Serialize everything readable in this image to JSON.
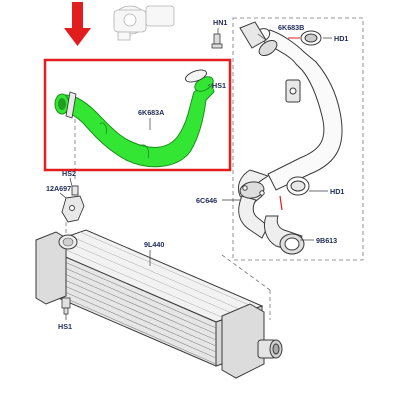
{
  "colors": {
    "highlight_green": "#33e633",
    "highlight_green_edge": "#1b8f1b",
    "callout_red": "#e11d1d",
    "label_text": "#1f2a55",
    "line_art": "#3a3a3a",
    "dashed_guide": "#777777"
  },
  "icons": {
    "arrow": "red-down-arrow-icon"
  },
  "labels": {
    "hn1": "HN1",
    "hd1_top": "HD1",
    "hs1_top": "HS1",
    "p6k683b": "6K683B",
    "p6k683a": "6K683A",
    "hs2": "HS2",
    "p12a697": "12A697",
    "p6c646": "6C646",
    "hd1_mid": "HD1",
    "p9b613": "9B613",
    "p9l440": "9L440",
    "hs1_bottom": "HS1"
  }
}
